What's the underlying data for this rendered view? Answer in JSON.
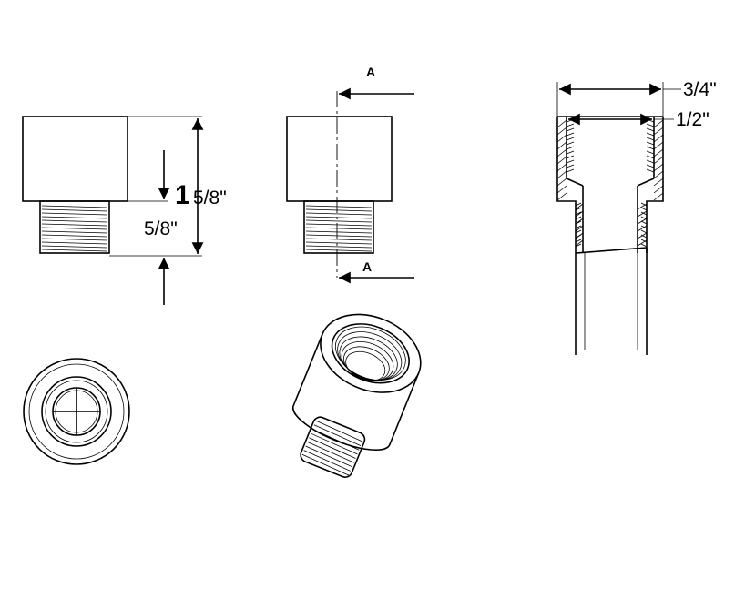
{
  "dimensions": {
    "overall_length_whole": "1",
    "overall_length_fraction": "5/8\"",
    "thread_length": "5/8\"",
    "outer_thread": "3/4\"",
    "inner_thread": "1/2\""
  },
  "section_marks": {
    "top": "A",
    "bottom": "A"
  },
  "colors": {
    "line": "#000000",
    "background": "#ffffff"
  }
}
